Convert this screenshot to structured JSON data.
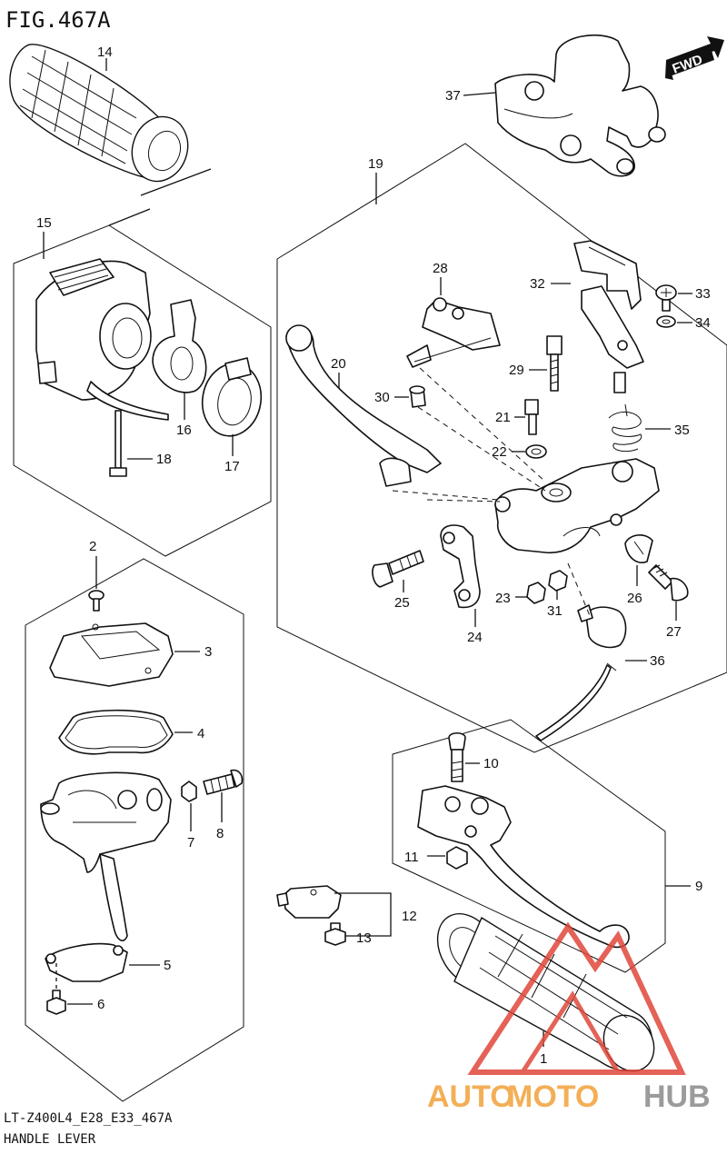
{
  "figure": {
    "title": "FIG.467A"
  },
  "fwd_label": "FWD",
  "footer": {
    "code": "LT-Z400L4_E28_E33_467A",
    "name": "HANDLE LEVER"
  },
  "watermark": {
    "part1": "AUTO",
    "part2": "MOTO",
    "part3": "HUB",
    "color_red": "#e0473a",
    "color_orange": "#f2a23a",
    "color_gray": "#8a8a8a"
  },
  "callouts": {
    "c1": "1",
    "c2": "2",
    "c3": "3",
    "c4": "4",
    "c5": "5",
    "c6": "6",
    "c7": "7",
    "c8": "8",
    "c9": "9",
    "c10": "10",
    "c11": "11",
    "c12": "12",
    "c13": "13",
    "c14": "14",
    "c15": "15",
    "c16": "16",
    "c17": "17",
    "c18": "18",
    "c19": "19",
    "c20": "20",
    "c21": "21",
    "c22": "22",
    "c23": "23",
    "c24": "24",
    "c25": "25",
    "c26": "26",
    "c27": "27",
    "c28": "28",
    "c29": "29",
    "c30": "30",
    "c31": "31",
    "c32": "32",
    "c33": "33",
    "c34": "34",
    "c35": "35",
    "c36": "36",
    "c37": "37"
  }
}
